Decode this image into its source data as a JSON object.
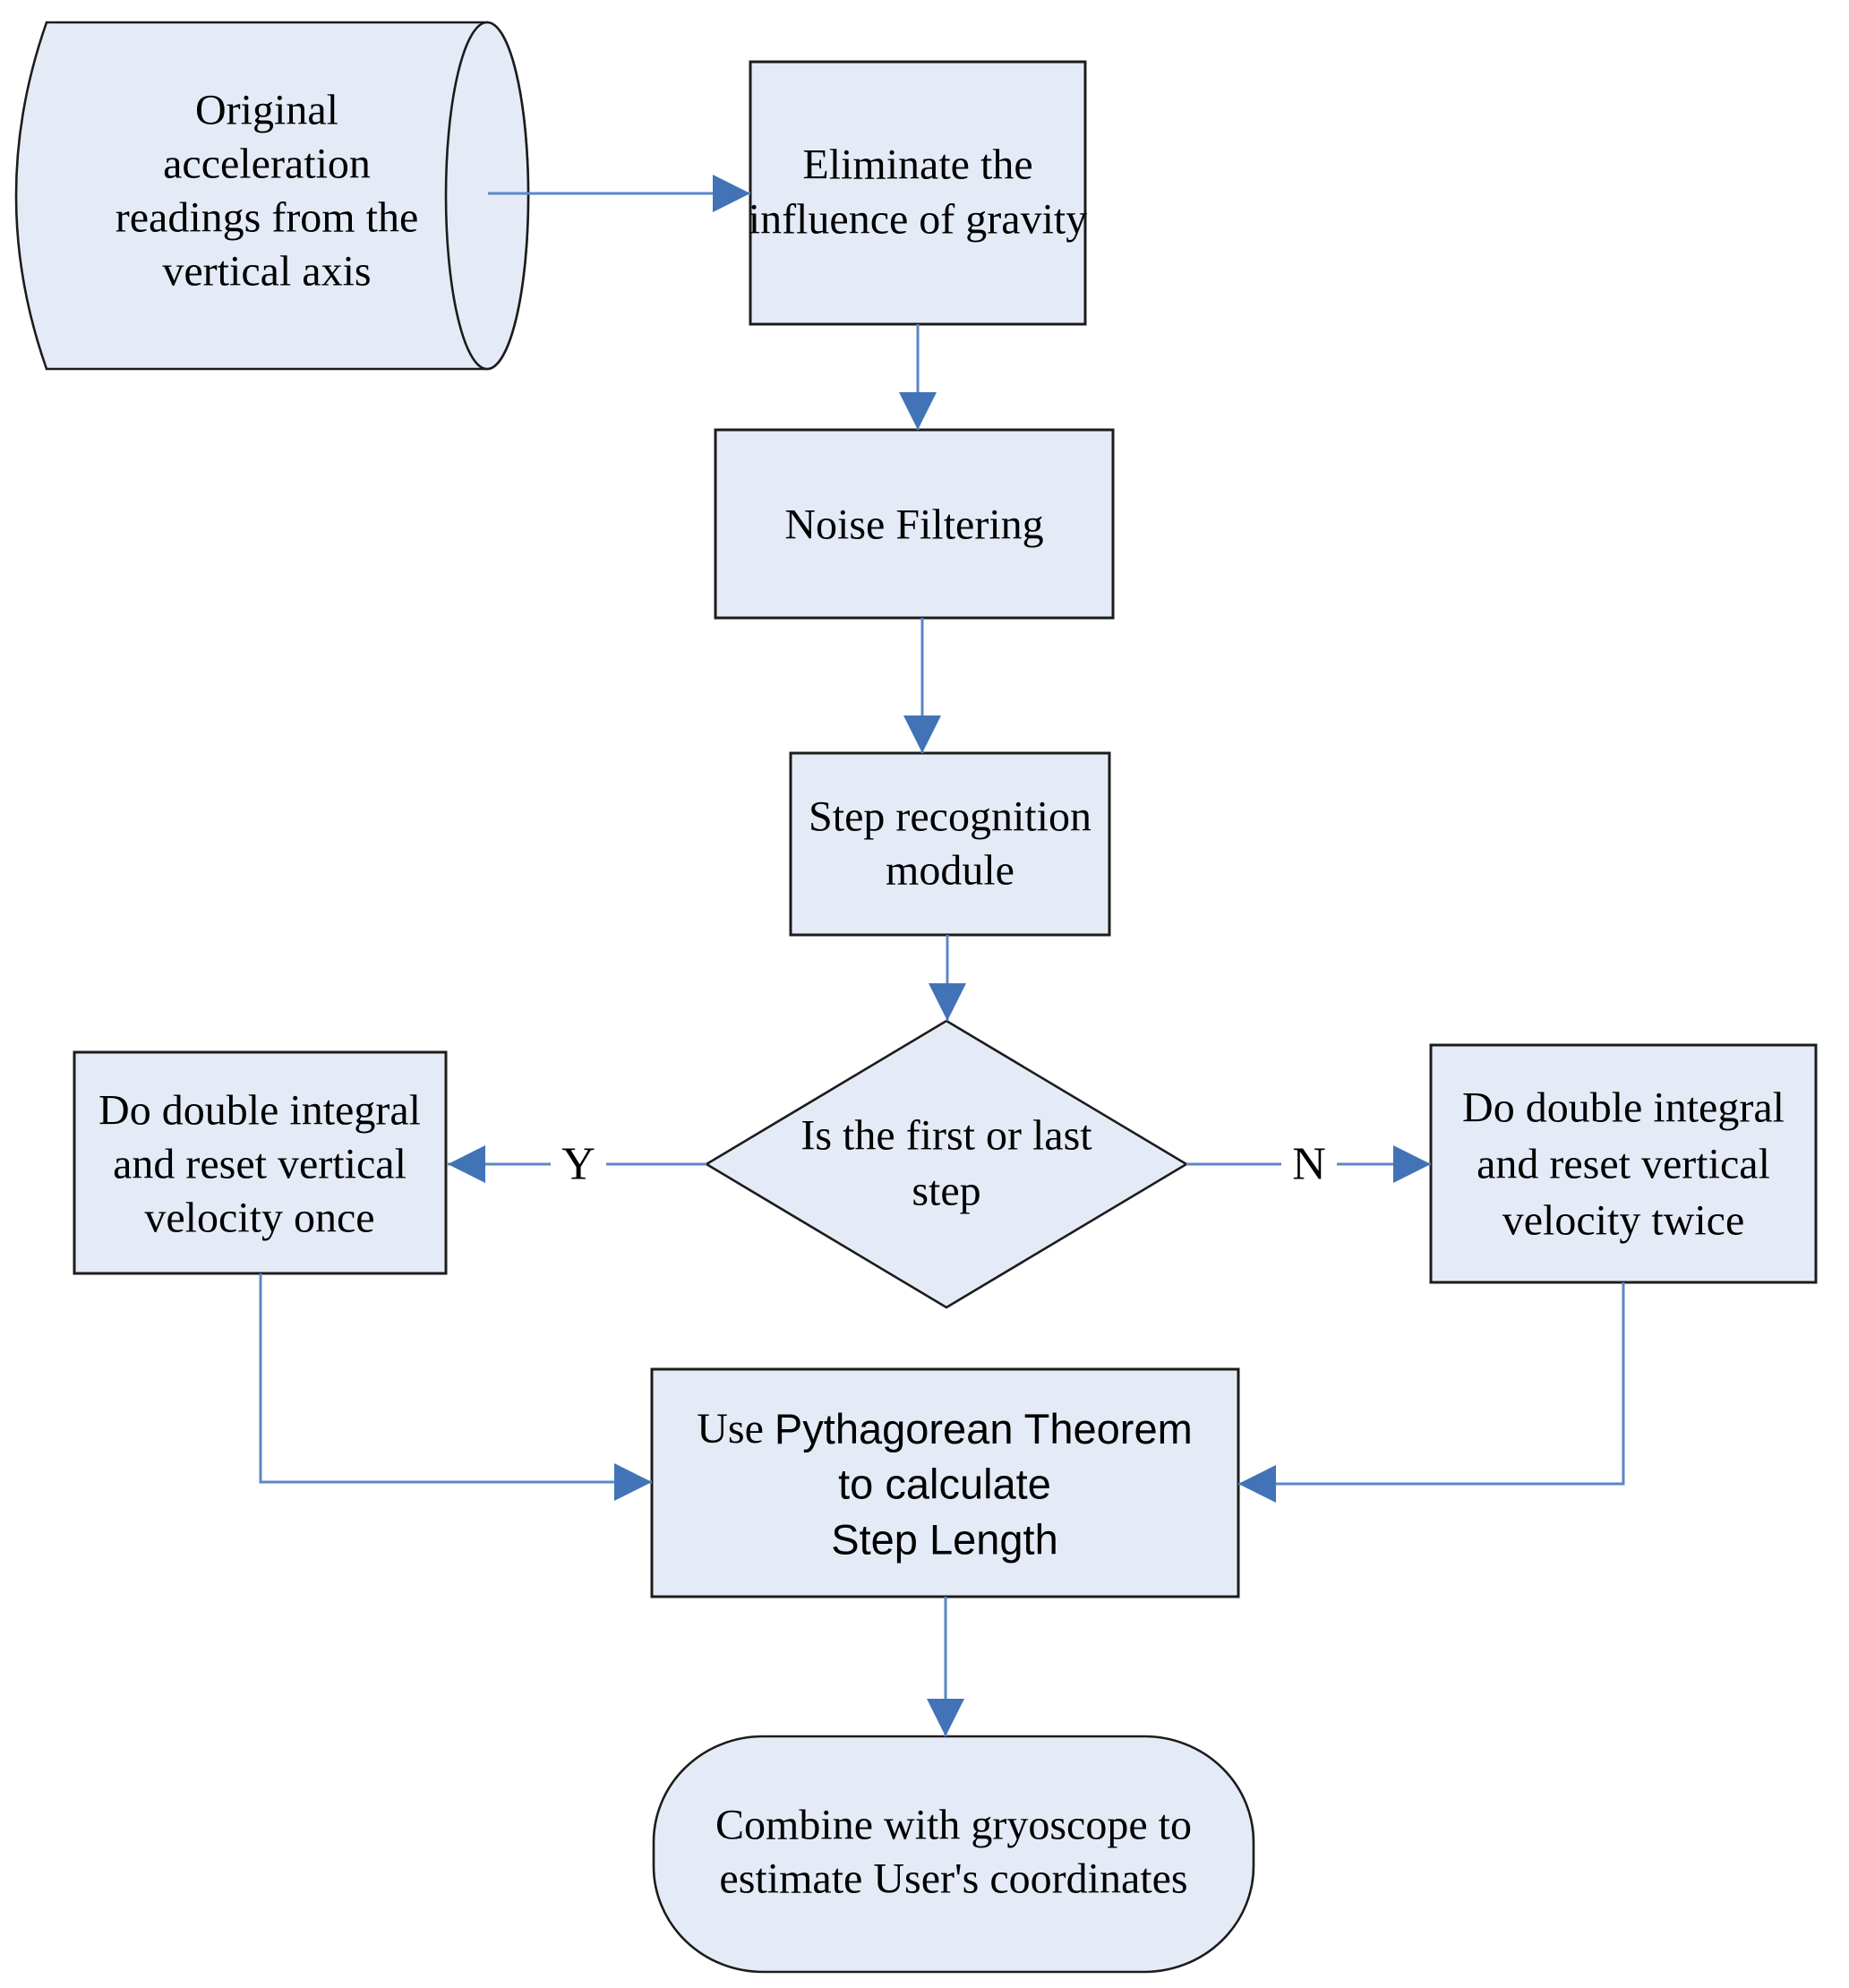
{
  "colors": {
    "background": "#ffffff",
    "shape_fill": "#e5ebf6",
    "shape_stroke": "#1c1c1c",
    "arrow_line": "#5b87c6",
    "arrow_head": "#4273b6",
    "text": "#000000"
  },
  "nodes": {
    "source": {
      "shape": "stored-data-cylinder",
      "lines": [
        "Original",
        "acceleration",
        "readings from the",
        "vertical axis"
      ]
    },
    "eliminate_gravity": {
      "shape": "process",
      "lines": [
        "Eliminate the",
        "influence of gravity"
      ]
    },
    "noise_filtering": {
      "shape": "process",
      "lines": [
        "Noise Filtering"
      ]
    },
    "step_recognition": {
      "shape": "process",
      "lines": [
        "Step recognition",
        "module"
      ]
    },
    "first_or_last_step": {
      "shape": "decision",
      "lines": [
        "Is the first or last",
        "step"
      ]
    },
    "integral_once": {
      "shape": "process",
      "lines": [
        "Do double integral",
        "and reset vertical",
        "velocity once"
      ]
    },
    "integral_twice": {
      "shape": "process",
      "lines": [
        "Do double integral",
        "and reset vertical",
        "velocity twice"
      ]
    },
    "step_length": {
      "shape": "process",
      "line1_prefix": "Use ",
      "line1_main": "Pythagorean Theorem",
      "line2": "to calculate",
      "line3": "Step Length"
    },
    "combine_gyroscope": {
      "shape": "terminator",
      "lines": [
        "Combine with gryoscope to",
        "estimate User's coordinates"
      ]
    }
  },
  "edge_labels": {
    "yes": "Y",
    "no": "N"
  }
}
